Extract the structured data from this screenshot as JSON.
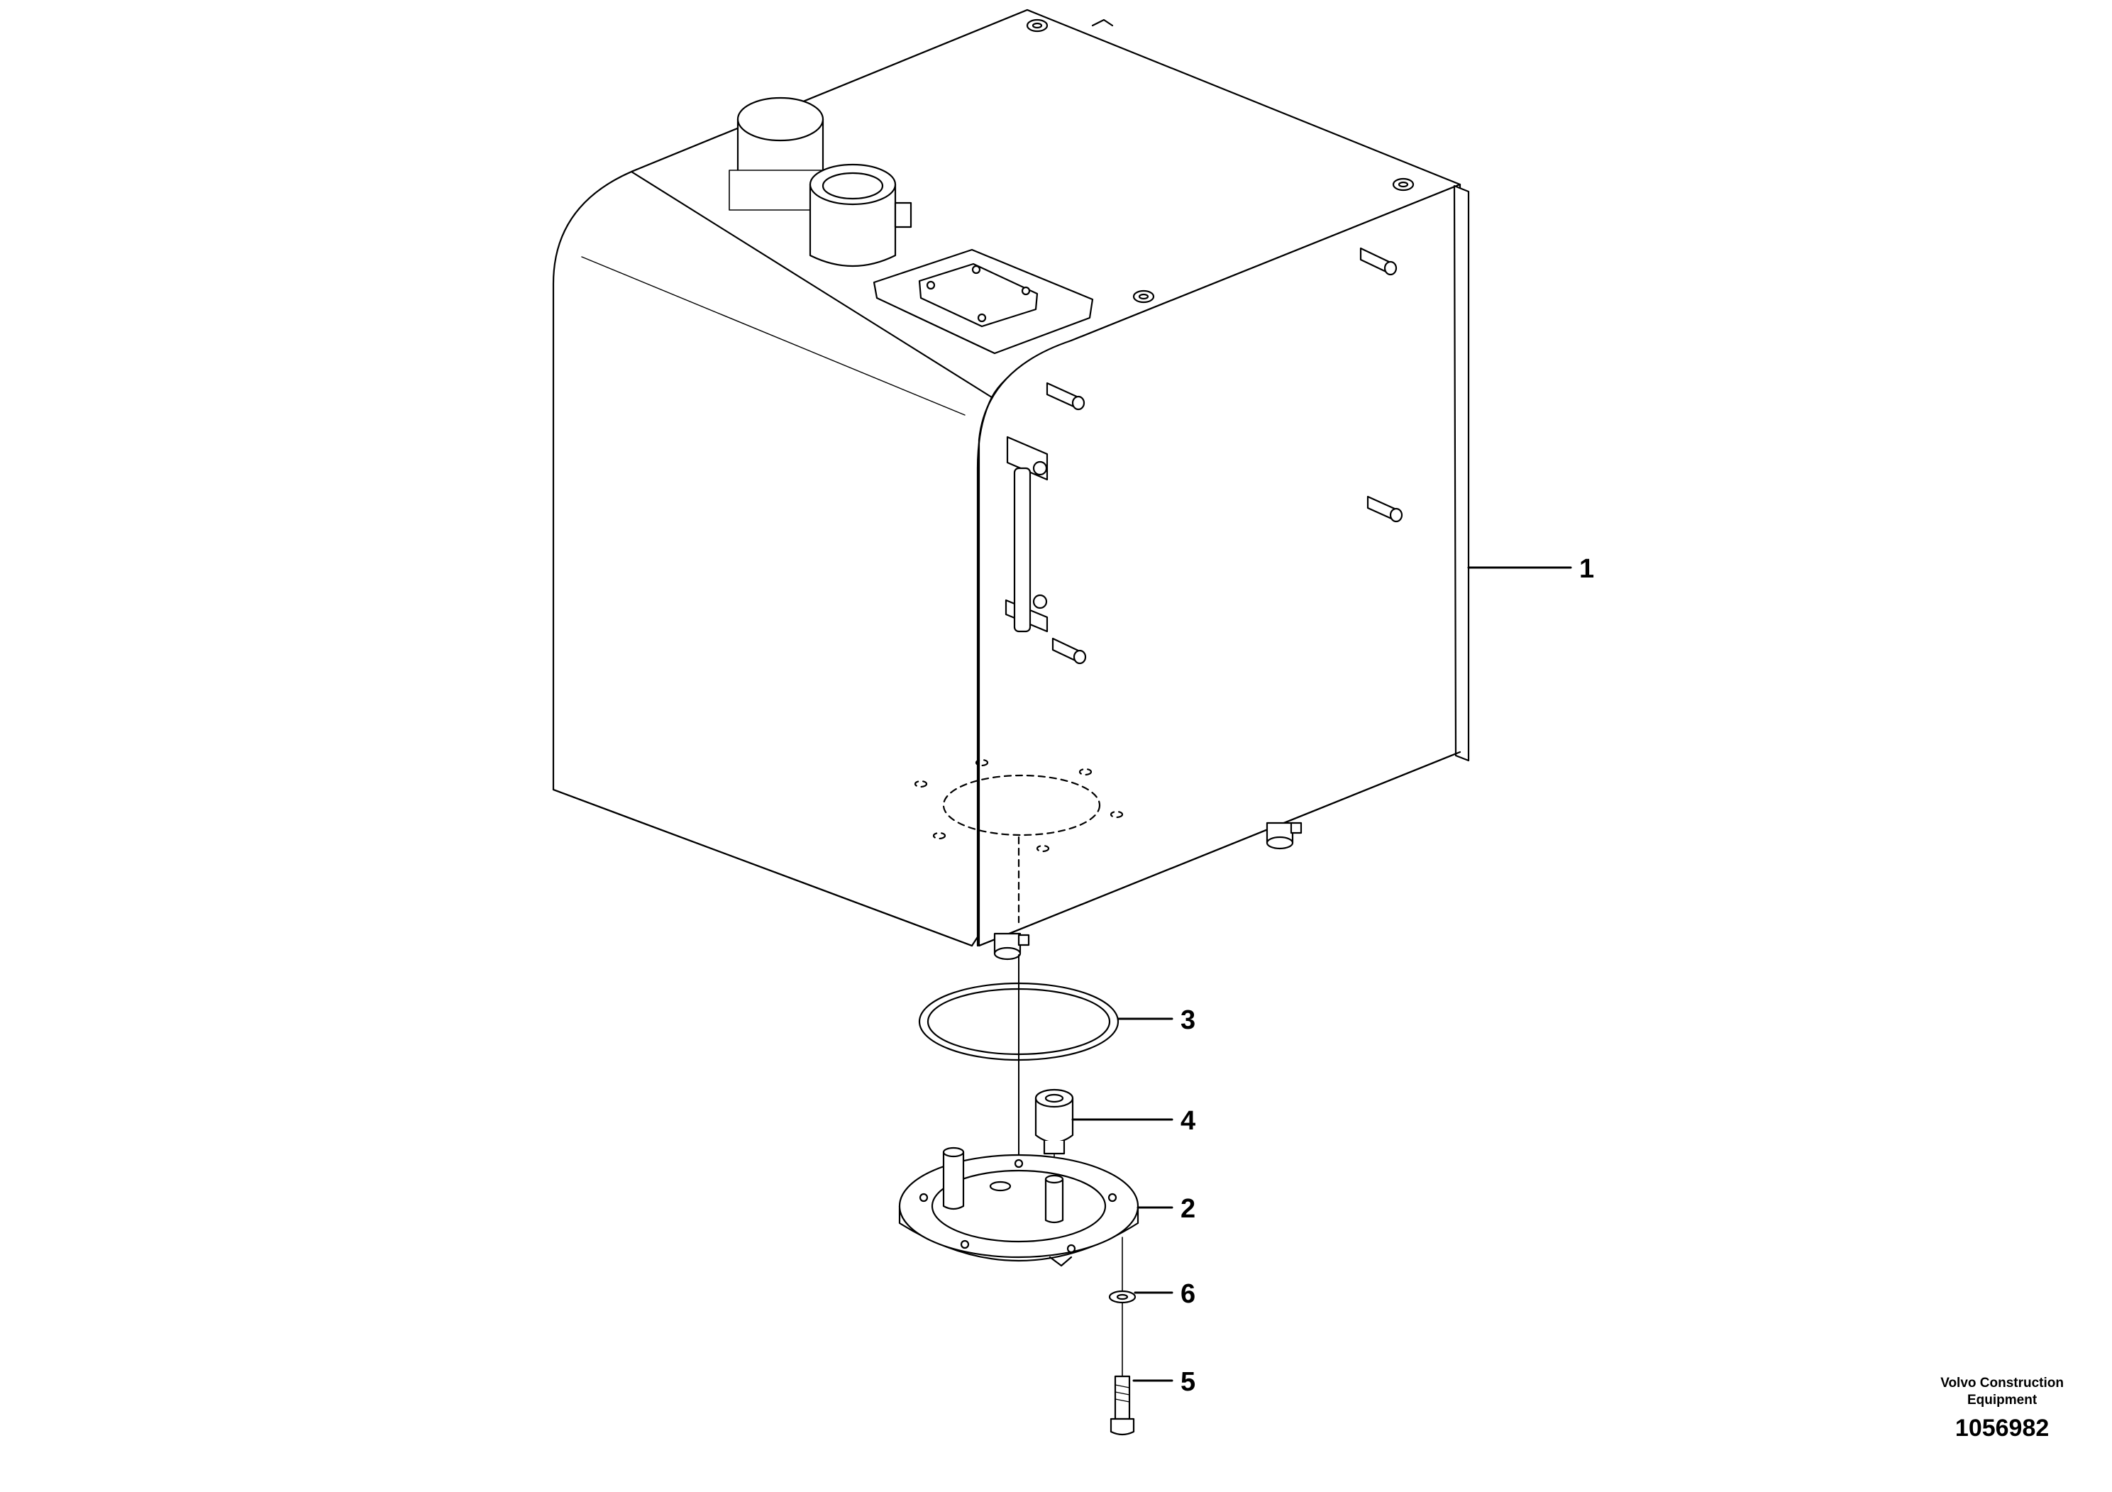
{
  "callouts": [
    {
      "label": "1",
      "part": "hydraulic-tank"
    },
    {
      "label": "2",
      "part": "suction-flange"
    },
    {
      "label": "3",
      "part": "o-ring"
    },
    {
      "label": "4",
      "part": "valve"
    },
    {
      "label": "5",
      "part": "screw"
    },
    {
      "label": "6",
      "part": "washer"
    }
  ],
  "caption": {
    "company_line1": "Volvo Construction",
    "company_line2": "Equipment",
    "drawing_number": "1056982"
  },
  "colors": {
    "line": "#000000",
    "background": "#ffffff"
  }
}
